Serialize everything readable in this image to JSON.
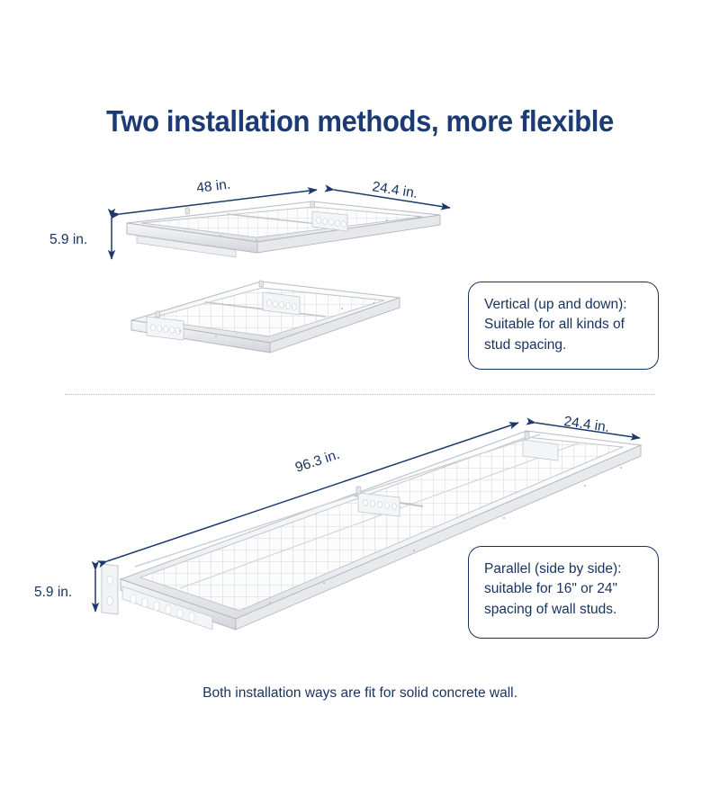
{
  "page": {
    "title": "Two installation methods, more flexible",
    "footer_note": "Both installation ways are fit for solid concrete wall.",
    "background_color": "#ffffff",
    "accent_color": "#16325e",
    "title_color": "#1c3b74",
    "divider_color": "#b9b9b9"
  },
  "sections": {
    "vertical": {
      "callout": {
        "line1": "Vertical (up and down):",
        "line2": "Suitable for all kinds of",
        "line3": "stud spacing."
      },
      "dimensions": {
        "length": "48 in.",
        "depth": "24.4 in.",
        "height": "5.9 in."
      },
      "products": [
        {
          "name": "wall-shelf-top",
          "finish": "white-steel-wire-mesh"
        },
        {
          "name": "wall-shelf-second",
          "finish": "white-steel-wire-mesh"
        }
      ]
    },
    "parallel": {
      "callout": {
        "line1": "Parallel (side by side):",
        "line2": "suitable for 16\" or 24\"",
        "line3": "spacing of wall studs."
      },
      "dimensions": {
        "length": "96.3 in.",
        "depth": "24.4 in.",
        "height": "5.9 in."
      },
      "products": [
        {
          "name": "wall-shelf-long-pair",
          "finish": "white-steel-wire-mesh"
        }
      ]
    }
  },
  "icons": {
    "dimension_arrow": "double-headed-arrow"
  }
}
